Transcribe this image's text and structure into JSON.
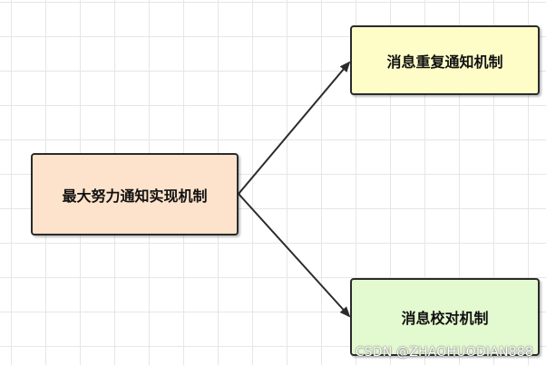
{
  "diagram": {
    "root": {
      "label": "最大努力通知实现机制",
      "fill": "#fde3cb"
    },
    "children": [
      {
        "label": "消息重复通知机制",
        "fill": "#fefdc8"
      },
      {
        "label": "消息校对机制",
        "fill": "#e3f9cf"
      }
    ],
    "edge_color": "#2b2b2b"
  },
  "watermark": "CSDN @ZHAOHUODIAN888"
}
